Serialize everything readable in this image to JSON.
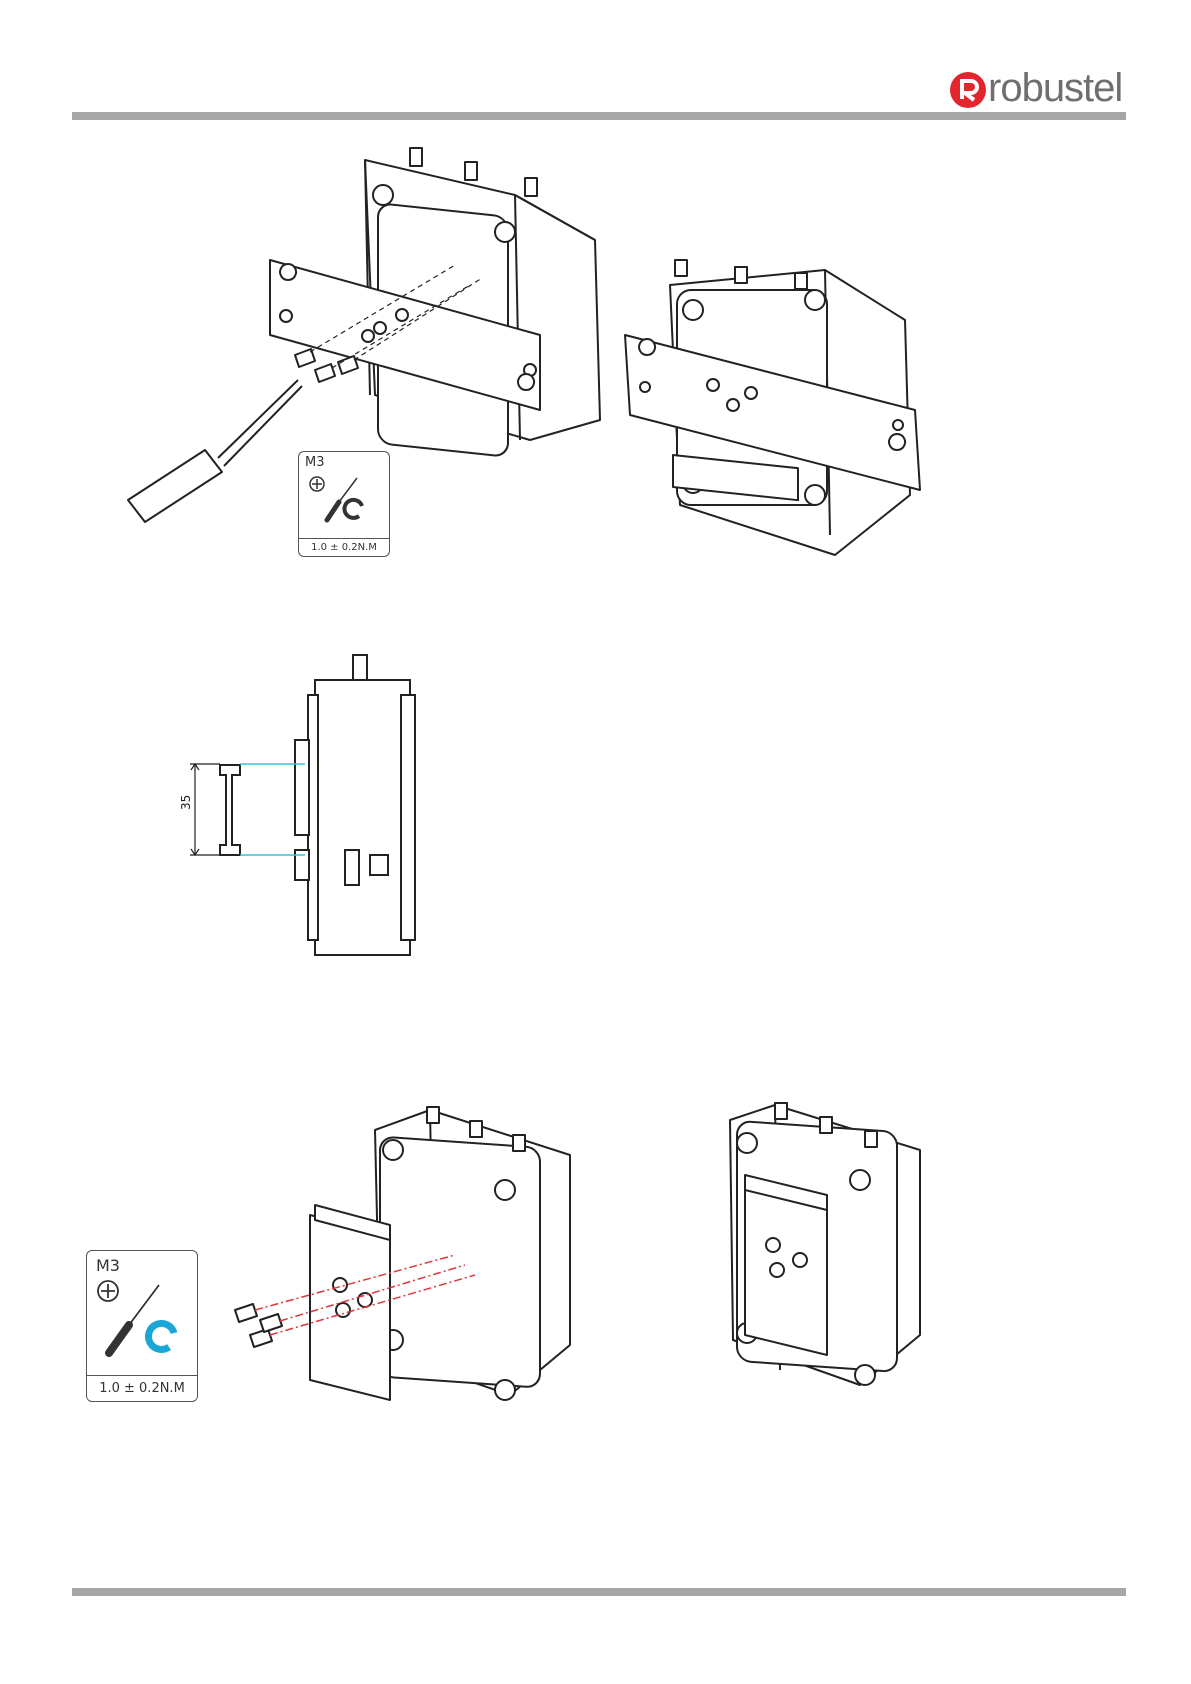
{
  "header": {
    "brand_name": "robustel",
    "brand_color": "#e3262d",
    "rule_color": "#a6a6a6"
  },
  "figures": {
    "wall_mount": {
      "badge": {
        "size_label": "M3",
        "torque_label": "1.0 ± 0.2N.M",
        "icon": "screwdriver-rotate-icon"
      }
    },
    "din_rail_side": {
      "dimension_label": "35",
      "guide_color": "#33c6d6"
    },
    "din_rail_mount": {
      "badge": {
        "size_label": "M3",
        "torque_label": "1.0 ± 0.2N.M",
        "icon": "screwdriver-rotate-icon",
        "accent": "#1aa7d6"
      },
      "guide_color": "#e0353a"
    }
  }
}
